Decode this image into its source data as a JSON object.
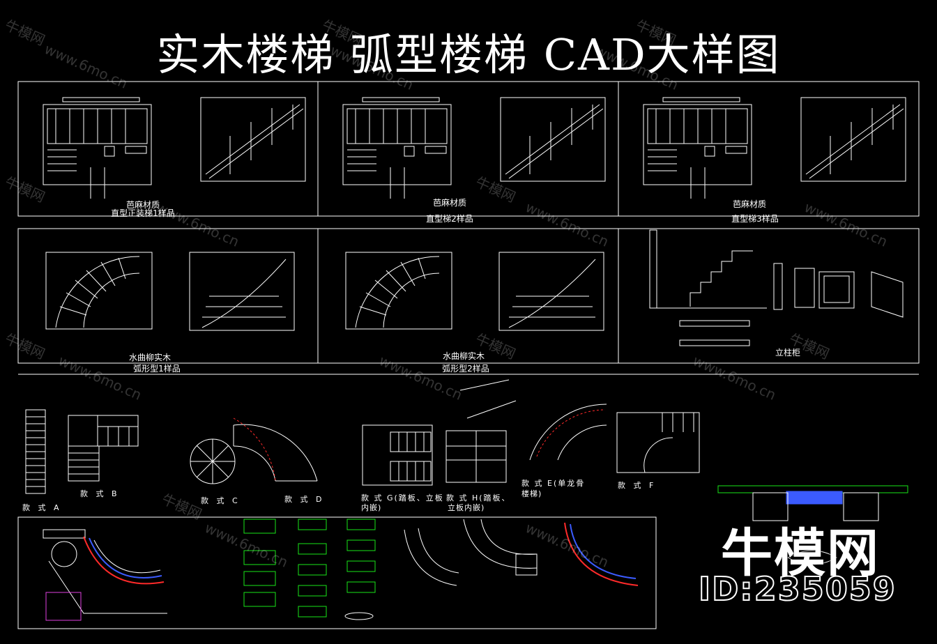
{
  "title": "实木楼梯 弧型楼梯 CAD大样图",
  "panels": [
    {
      "material": "芭麻材质",
      "name": "直型正装梯1样品"
    },
    {
      "material": "芭麻材质",
      "name": "直型梯2样品"
    },
    {
      "material": "芭麻材质",
      "name": "直型梯3样品"
    },
    {
      "material": "水曲柳实木",
      "name": "弧形型1样品"
    },
    {
      "material": "水曲柳实木",
      "name": "弧形型2样品"
    },
    {
      "material": "",
      "name": "立柱柜"
    }
  ],
  "styles": {
    "a": "款 式 A",
    "b": "款 式 B",
    "c": "款 式 C",
    "d": "款 式 D",
    "g": "款 式 G(踏板、立板",
    "g2": "内嵌)",
    "h": "款 式 H(踏板、",
    "h2": "立板内嵌)",
    "e": "款 式 E(单龙骨",
    "e2": "楼梯)",
    "f": "款 式 F"
  },
  "watermark_site": "www.6mo.cn",
  "watermark_brand": "牛模网",
  "brand_logo": "牛模网",
  "brand_id": "ID:235059",
  "colors": {
    "line": "#ffffff",
    "accent_red": "#ff2a2a",
    "accent_blue": "#3b5bff",
    "accent_green": "#19e619",
    "accent_magenta": "#e040e0"
  }
}
